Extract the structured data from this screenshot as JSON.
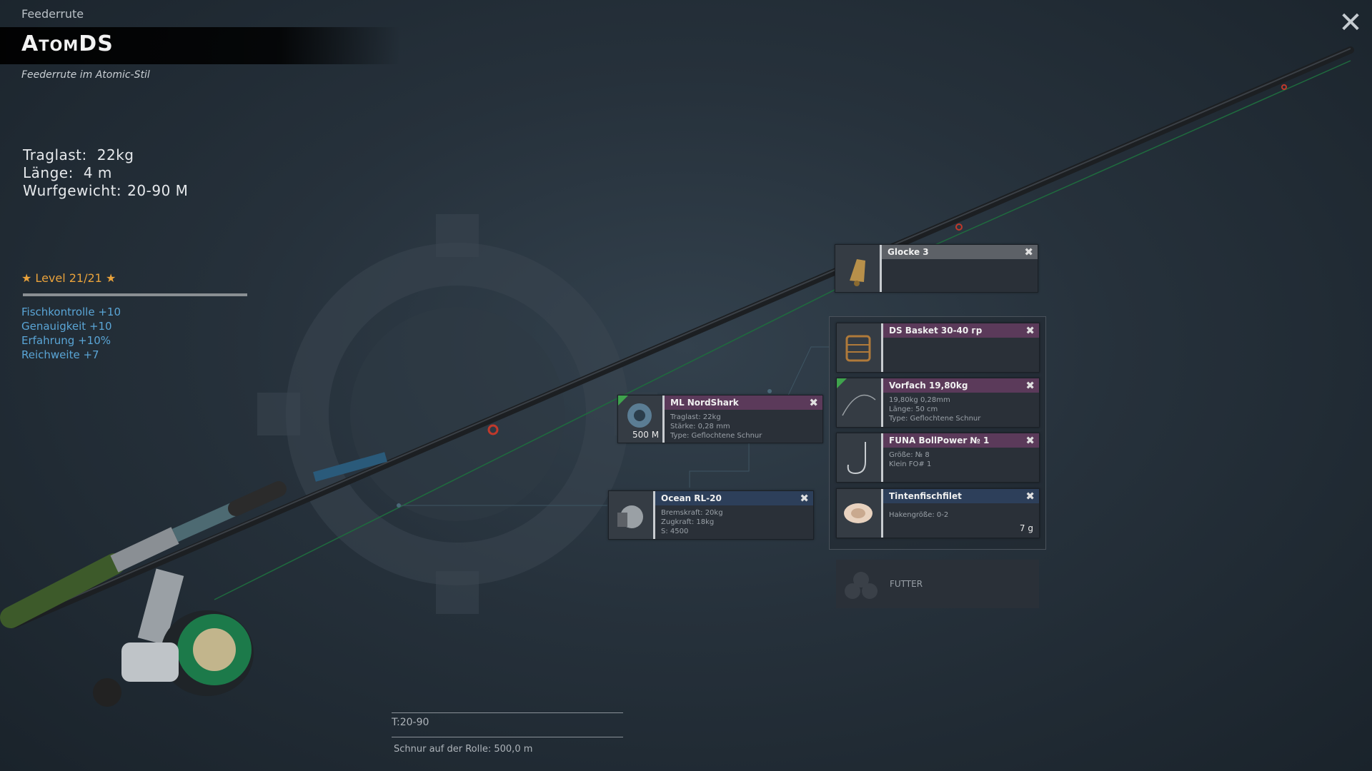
{
  "header": {
    "category": "Feederrute",
    "name": "AtomDS",
    "subtitle": "Feederrute im Atomic-Stil",
    "close_icon": "close-icon"
  },
  "stats": [
    {
      "label": "Traglast:",
      "value": "22kg"
    },
    {
      "label": "Länge:",
      "value": "4 m"
    },
    {
      "label": "Wurfgewicht:",
      "value": "20-90 M"
    }
  ],
  "level": {
    "text": "★ Level 21/21 ★",
    "progress": 1.0
  },
  "bonuses": [
    "Fischkontrolle +10",
    "Genauigkeit +10",
    "Erfahrung +10%",
    "Reichweite +7"
  ],
  "bottom": {
    "test": "T:20-90",
    "line_on_reel": "Schnur auf der Rolle: 500,0 m"
  },
  "cards": {
    "bell": {
      "name": "Glocke 3",
      "icon": "bell-icon"
    },
    "line": {
      "name": "ML NordShark",
      "lines": [
        "Traglast:   22kg",
        "Stärke:   0,28 mm",
        "Type: Geflochtene Schnur"
      ],
      "qty": "500 M",
      "icon": "spool-icon"
    },
    "reel": {
      "name": "Ocean RL-20",
      "lines": [
        "Bremskraft:   20kg",
        "Zugkraft:   18kg",
        "S: 4500"
      ],
      "icon": "reel-icon"
    },
    "feeder": {
      "name": "DS Basket 30-40 гр",
      "icon": "feeder-basket-icon"
    },
    "leader": {
      "name": "Vorfach  19,80kg",
      "lines": [
        "  19,80kg   0,28mm",
        "Länge:   50 cm",
        "Type: Geflochtene Schnur"
      ],
      "icon": "leader-icon"
    },
    "hook": {
      "name": "FUNA BollPower № 1",
      "lines": [
        "Größe: № 8",
        "Klein FO# 1"
      ],
      "icon": "hook-icon"
    },
    "bait": {
      "name": "Tintenfischfilet",
      "lines": [
        "Hakengröße: 0-2"
      ],
      "qty": "7 g",
      "icon": "squid-bait-icon"
    }
  },
  "futter": {
    "label": "FUTTER",
    "icon": "groundbait-icon"
  },
  "colors": {
    "accent_level": "#e9a23b",
    "bonus": "#5aa5d6",
    "purple_header": "#5b3a5a",
    "blue_header": "#2d3f5a",
    "grey_header": "#5d6167"
  }
}
